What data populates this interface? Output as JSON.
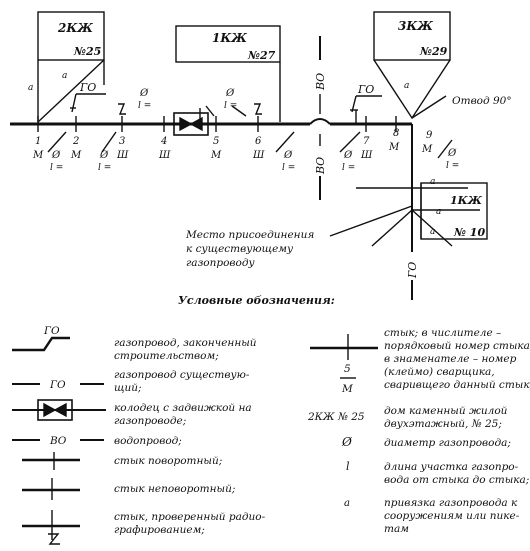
{
  "buildings": {
    "b1": {
      "label": "2КЖ",
      "number": "№25"
    },
    "b2": {
      "label": "1КЖ",
      "number": "№27"
    },
    "b3": {
      "label": "3КЖ",
      "number": "№29"
    },
    "b4": {
      "label": "1КЖ",
      "number": "№ 10"
    }
  },
  "lines": {
    "go": "ГО",
    "vo": "ВО"
  },
  "joints": [
    {
      "num": "1",
      "den": "М"
    },
    {
      "num": "2",
      "den": "М"
    },
    {
      "num": "3",
      "den": "Ш"
    },
    {
      "num": "4",
      "den": "Ш"
    },
    {
      "num": "5",
      "den": "М"
    },
    {
      "num": "6",
      "den": "Ш"
    },
    {
      "num": "7",
      "den": "Ш"
    },
    {
      "num": "8",
      "den": "М"
    },
    {
      "num": "9",
      "den": "М"
    }
  ],
  "marks": {
    "diameter": "Ø",
    "length": "l =",
    "anchor": "а"
  },
  "annotations": {
    "bend": "Отвод 90°",
    "connection": [
      "Место присоединения",
      "к существующему",
      "газопроводу"
    ]
  },
  "legend": {
    "title": "Условные обозначения:",
    "items": [
      {
        "symbol_text": "ГО",
        "text": [
          "газопровод, законченный",
          "строительством;"
        ]
      },
      {
        "symbol_text": "ГО",
        "text": [
          "газопровод существую-",
          "щий;"
        ]
      },
      {
        "symbol_text": "",
        "text": [
          "колодец с задвижкой на",
          "газопроводе;"
        ]
      },
      {
        "symbol_text": "ВО",
        "text": [
          "водопровод;"
        ]
      },
      {
        "symbol_text": "",
        "text": [
          "стык поворотный;"
        ]
      },
      {
        "symbol_text": "",
        "text": [
          "стык неповоротный;"
        ]
      },
      {
        "symbol_text": "",
        "text": [
          "стык, проверенный радио-",
          "графированием;"
        ]
      }
    ],
    "items_right": [
      {
        "symbol_text": "5",
        "symbol_den": "М",
        "text": [
          "стык; в числителе –",
          "порядковый номер стыка,",
          "в знаменателе – номер",
          "(клеймо) сварщика,",
          "сваривщего данный стык;"
        ]
      },
      {
        "symbol_text": "2КЖ № 25",
        "text": [
          "дом каменный жилой",
          "двухэтажный, № 25;"
        ]
      },
      {
        "symbol_text": "Ø",
        "text": [
          "диаметр газопровода;"
        ]
      },
      {
        "symbol_text": "l",
        "text": [
          "длина участка газопро-",
          "вода от стыка до стыка;"
        ]
      },
      {
        "symbol_text": "а",
        "text": [
          "привязка газопровода к",
          "сооружениям или пике-",
          "там"
        ]
      }
    ]
  }
}
